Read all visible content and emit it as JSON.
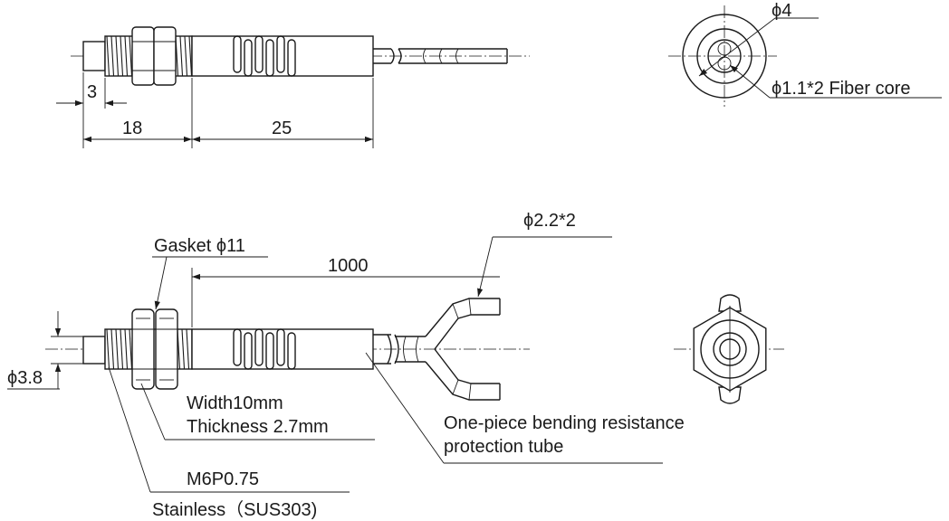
{
  "dimensions": {
    "tip_length": "3",
    "nut_section": "18",
    "tube_length": "25",
    "cable_length": "1000",
    "outer_diameter": "ϕ4",
    "fiber_core": "ϕ1.1*2 Fiber core",
    "split_cable": "ϕ2.2*2",
    "tip_diameter": "ϕ3.8"
  },
  "callouts": {
    "gasket": "Gasket ϕ11",
    "nut_width": "Width10mm",
    "nut_thickness": "Thickness 2.7mm",
    "tube_line1": "One-piece bending resistance",
    "tube_line2": "protection tube",
    "thread": "M6P0.75",
    "material": "Stainless（SUS303)"
  }
}
